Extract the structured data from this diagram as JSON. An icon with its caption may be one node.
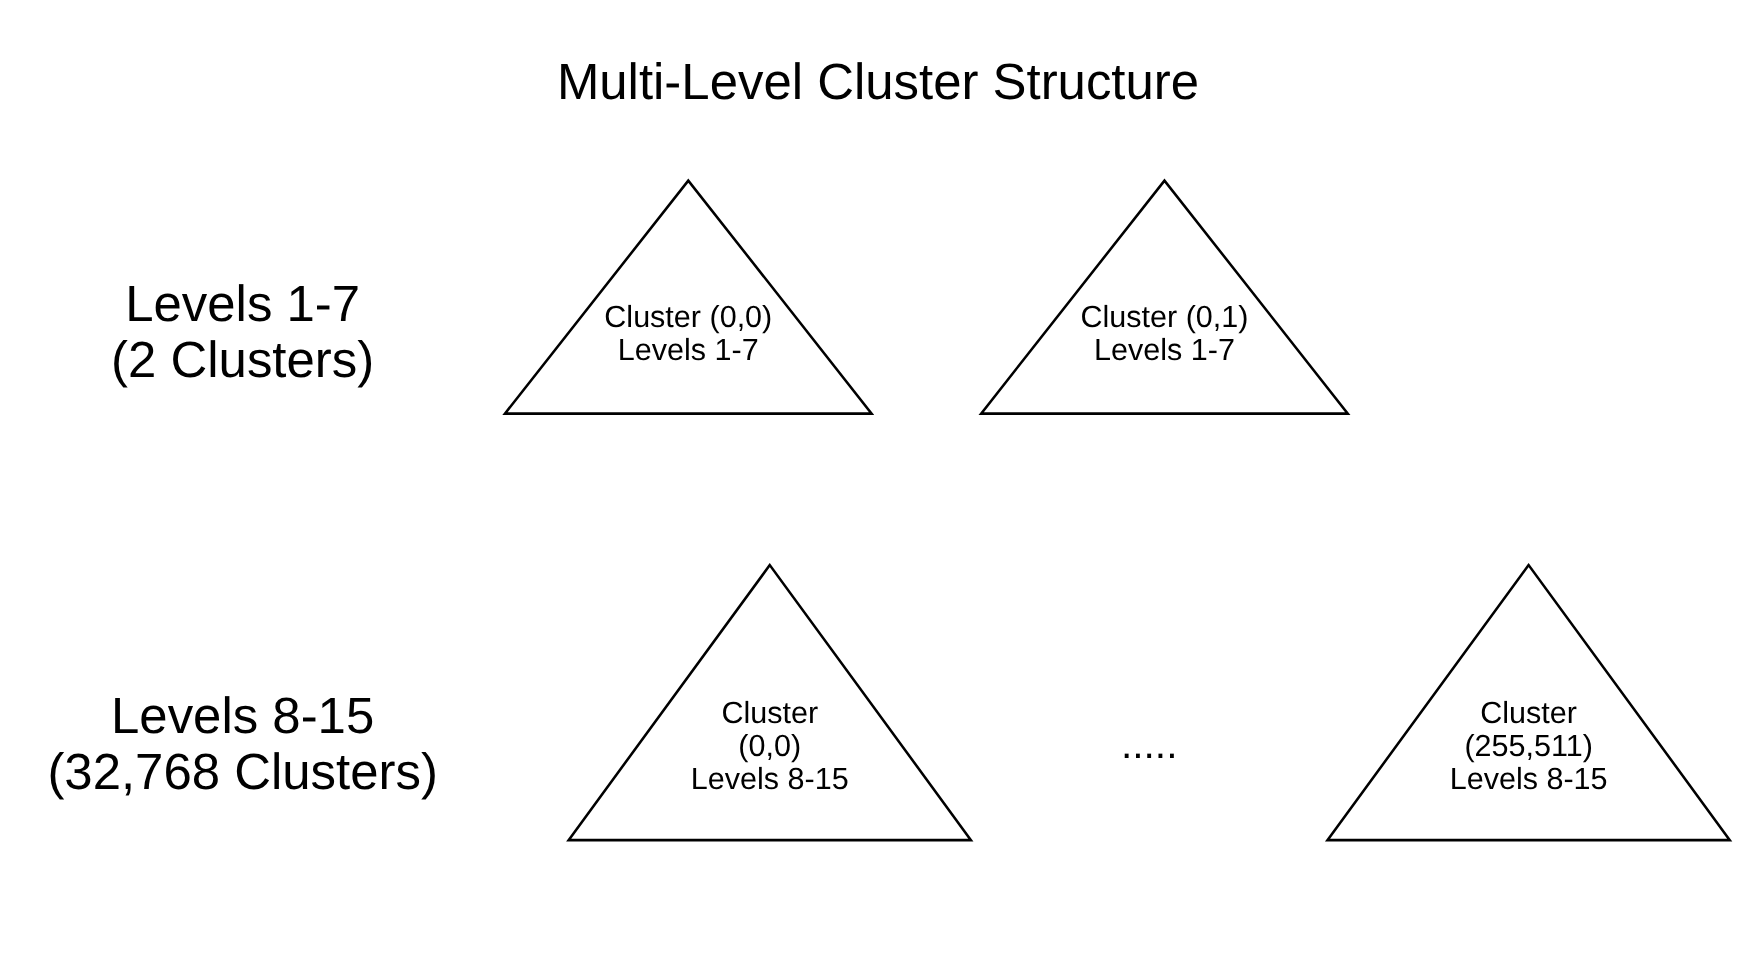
{
  "diagram": {
    "title": "Multi-Level Cluster Structure",
    "nodes": [
      {
        "text": [
          "Cluster (0,0) Levels 1-7"
        ]
      },
      {
        "text": [
          "Cluster (0,1) Levels 1-7"
        ]
      },
      {
        "text": [
          "Cluster (0,0) Levels 8-15"
        ]
      },
      {
        "text": [
          "Cluster (255,511) Levels 8-15"
        ]
      }
    ],
    "labels": [
      "Levels 1-7 (2 Clusters)",
      "Levels 8-15 (32,768 Clusters)",
      "....."
    ]
  }
}
